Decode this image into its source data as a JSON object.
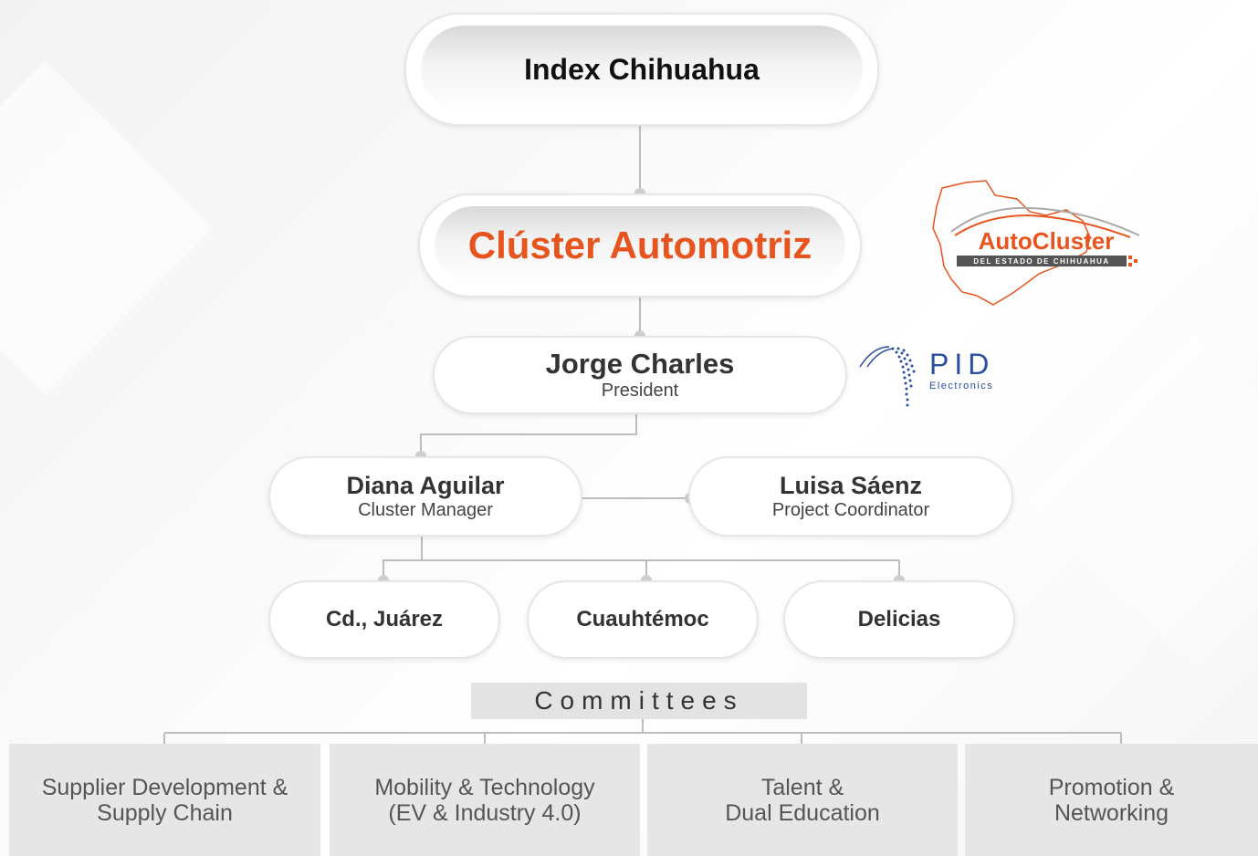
{
  "top": {
    "title": "Index Chihuahua"
  },
  "cluster": {
    "title": "Clúster Automotriz"
  },
  "president": {
    "name": "Jorge Charles",
    "role": "President"
  },
  "managers": [
    {
      "name": "Diana Aguilar",
      "role": "Cluster Manager"
    },
    {
      "name": "Luisa Sáenz",
      "role": "Project Coordinator"
    }
  ],
  "cities": [
    "Cd., Juárez",
    "Cuauhtémoc",
    "Delicias"
  ],
  "committees": {
    "label": "Committees",
    "items": [
      {
        "line1": "Supplier Development &",
        "line2": "Supply Chain"
      },
      {
        "line1": "Mobility & Technology",
        "line2": "(EV & Industry 4.0)"
      },
      {
        "line1": "Talent &",
        "line2": "Dual Education"
      },
      {
        "line1": "Promotion &",
        "line2": "Networking"
      }
    ]
  },
  "logos": {
    "autocluster": {
      "word": "AutoCluster",
      "tagline": "DEL ESTADO DE CHIHUAHUA"
    },
    "pid": {
      "word": "PID",
      "tagline": "Electronics"
    }
  },
  "colors": {
    "accent": "#e8541e",
    "line": "#bdbdbd",
    "box": "#e6e6e6"
  }
}
